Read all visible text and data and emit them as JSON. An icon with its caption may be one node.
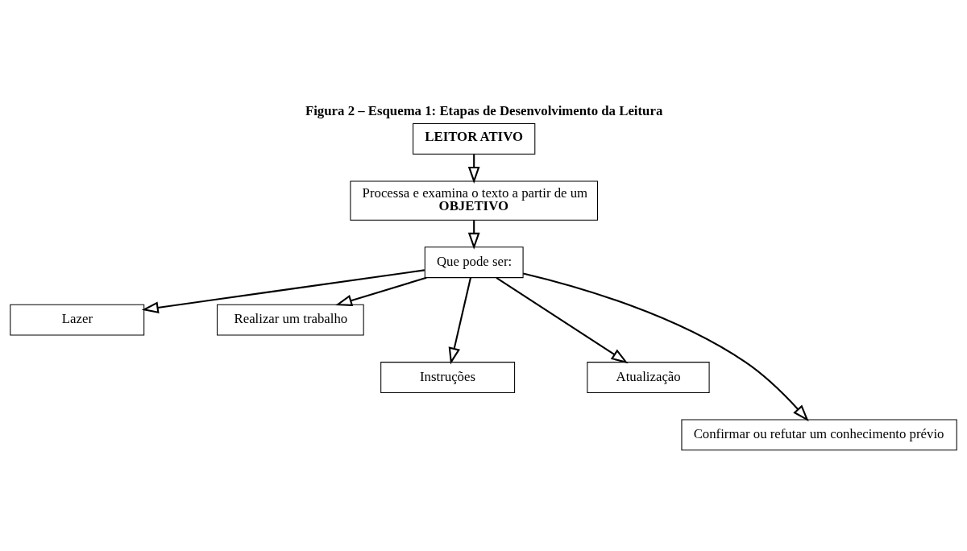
{
  "diagram": {
    "title": "Figura 2 – Esquema 1: Etapas de Desenvolvimento da Leitura",
    "nodes": [
      {
        "text": [
          "LEITOR ATIVO"
        ]
      },
      {
        "text": [
          "Processa e examina o texto a partir de um",
          "OBJETIVO"
        ]
      },
      {
        "text": [
          "Que pode ser:"
        ]
      },
      {
        "text": [
          "Lazer"
        ]
      },
      {
        "text": [
          "Realizar um trabalho"
        ]
      },
      {
        "text": [
          "Instruções"
        ]
      },
      {
        "text": [
          "Atualização"
        ]
      },
      {
        "text": [
          "Confirmar ou refutar um conhecimento prévio"
        ]
      }
    ],
    "edges": [
      {
        "from": 0,
        "to": 1,
        "arrow": "to"
      },
      {
        "from": 1,
        "to": 2,
        "arrow": "to"
      },
      {
        "from": 2,
        "to": 3,
        "arrow": "to"
      },
      {
        "from": 2,
        "to": 4,
        "arrow": "to"
      },
      {
        "from": 2,
        "to": 5,
        "arrow": "to"
      },
      {
        "from": 2,
        "to": 6,
        "arrow": "to"
      },
      {
        "from": 2,
        "to": 7,
        "arrow": "to"
      }
    ]
  }
}
